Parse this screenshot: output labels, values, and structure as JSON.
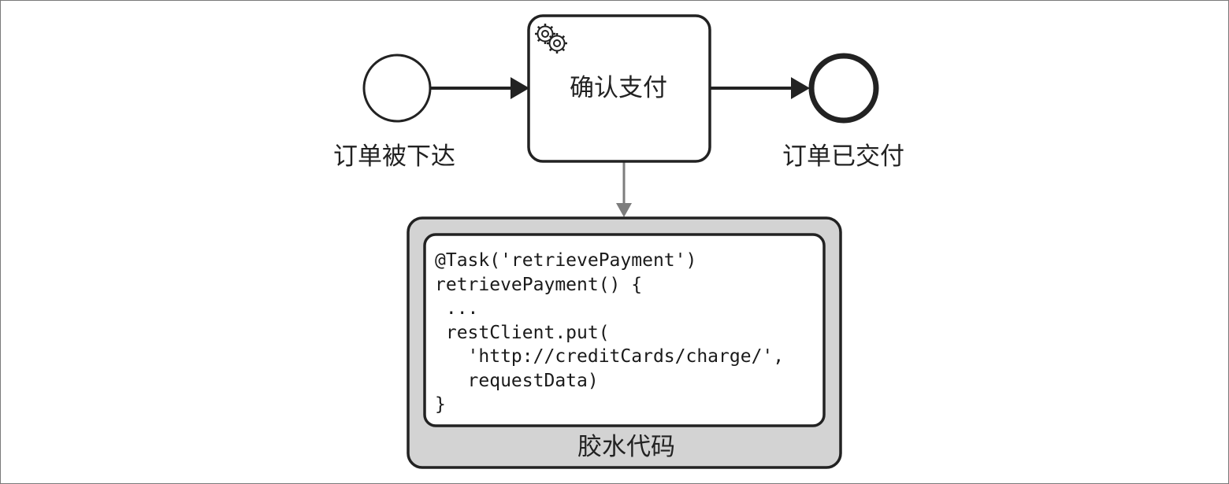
{
  "start_event": {
    "label": "订单被下达"
  },
  "task": {
    "label": "确认支付",
    "type_icon": "service-task-gear-icon"
  },
  "end_event": {
    "label": "订单已交付"
  },
  "glue_code": {
    "label": "胶水代码",
    "code_lines": [
      "@Task('retrievePayment')",
      "retrievePayment() {",
      " ...",
      " restClient.put(",
      "   'http://creditCards/charge/',",
      "   requestData)",
      "}"
    ]
  },
  "colors": {
    "stroke": "#222222",
    "connector_gray": "#7d7d7d",
    "glue_fill": "#d3d3d3"
  }
}
